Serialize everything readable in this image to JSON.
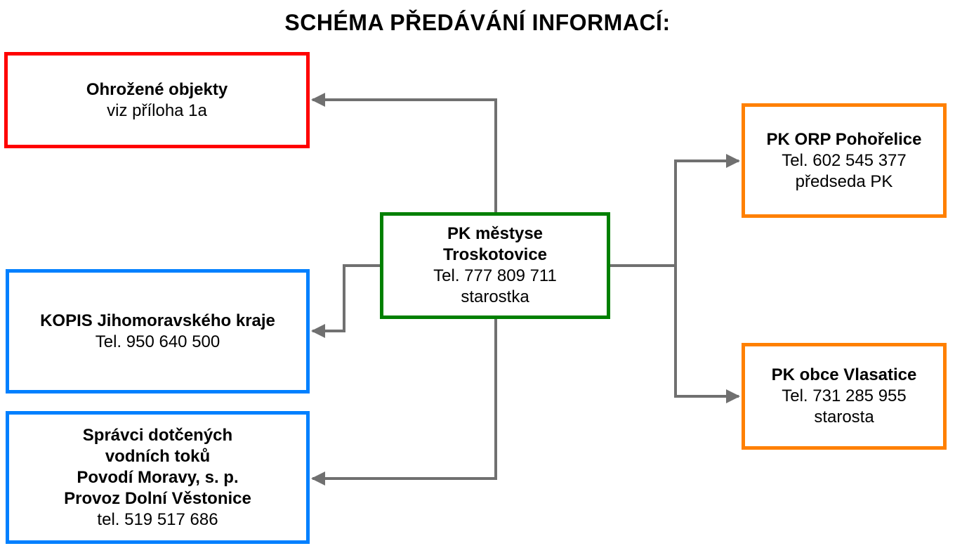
{
  "title": "SCHÉMA PŘEDÁVÁNÍ INFORMACÍ:",
  "colors": {
    "red": "#ff0000",
    "green": "#008000",
    "blue": "#0080ff",
    "orange": "#ff8000",
    "connector": "#707070"
  },
  "nodes": {
    "center": {
      "line1": "PK městyse",
      "line2": "Troskotovice",
      "phone": "Tel. 777 809 711",
      "role": "starostka"
    },
    "endangered": {
      "name": "Ohrožené objekty",
      "note": "viz příloha 1a"
    },
    "kopis": {
      "name": "KOPIS Jihomoravského kraje",
      "phone": "Tel. 950 640 500"
    },
    "watercourse": {
      "line1": "Správci dotčených",
      "line2": "vodních toků",
      "line3": "Povodí Moravy, s. p.",
      "line4": "Provoz Dolní Věstonice",
      "phone": "tel. 519 517 686"
    },
    "orp": {
      "name": "PK ORP Pohořelice",
      "phone": "Tel. 602 545 377",
      "role": "předseda PK"
    },
    "vlasatice": {
      "name": "PK obce Vlasatice",
      "phone": "Tel. 731 285 955",
      "role": "starosta"
    }
  }
}
